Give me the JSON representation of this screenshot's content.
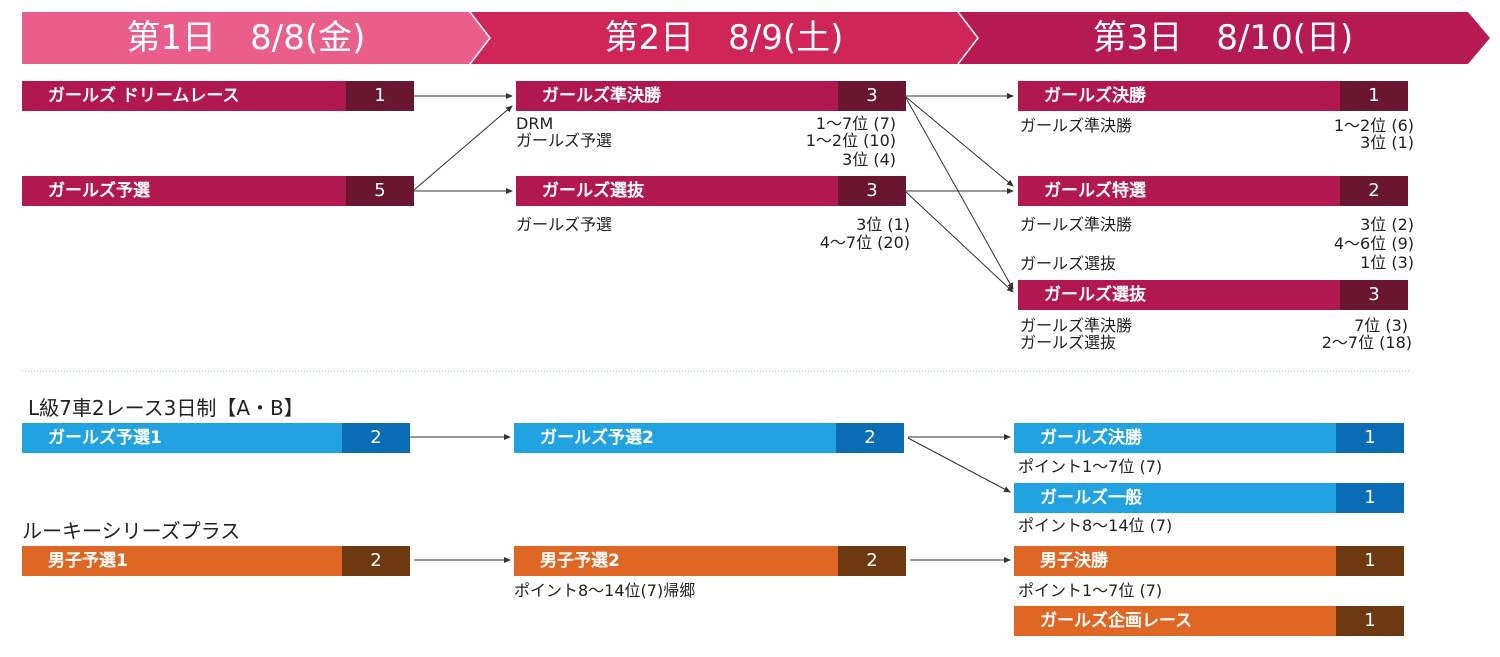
{
  "days": [
    {
      "label": "第1日　8/8(金)"
    },
    {
      "label": "第2日　8/9(土)"
    },
    {
      "label": "第3日　8/10(日)"
    }
  ],
  "girls": {
    "day1": [
      {
        "name": "ガールズ ドリームレース",
        "count": "1"
      },
      {
        "name": "ガールズ予選",
        "count": "5"
      }
    ],
    "day2": [
      {
        "name": "ガールズ準決勝",
        "count": "3",
        "src": [
          "DRM",
          "ガールズ予選"
        ],
        "rank": [
          "1〜7位 (7)",
          "1〜2位 (10)",
          "3位 (4)"
        ]
      },
      {
        "name": "ガールズ選抜",
        "count": "3",
        "src": [
          "ガールズ予選"
        ],
        "rank": [
          "3位 (1)",
          "4〜7位 (20)"
        ]
      }
    ],
    "day3": [
      {
        "name": "ガールズ決勝",
        "count": "1",
        "src": [
          "ガールズ準決勝"
        ],
        "rank": [
          "1〜2位 (6)",
          "3位 (1)"
        ]
      },
      {
        "name": "ガールズ特選",
        "count": "2",
        "src": [
          "ガールズ準決勝",
          "ガールズ選抜"
        ],
        "rank": [
          "3位 (2)",
          "4〜6位 (9)",
          "1位 (3)"
        ]
      },
      {
        "name": "ガールズ選抜",
        "count": "3",
        "src": [
          "ガールズ準決勝",
          "ガールズ選抜"
        ],
        "rank": [
          "7位 (3)",
          "2〜7位 (18)"
        ]
      }
    ]
  },
  "section_l": {
    "title": "L級7車2レース3日制【A・B】",
    "day1": {
      "name": "ガールズ予選1",
      "count": "2"
    },
    "day2": {
      "name": "ガールズ予選2",
      "count": "2"
    },
    "day3": [
      {
        "name": "ガールズ決勝",
        "count": "1",
        "note": "ポイント1〜7位 (7)"
      },
      {
        "name": "ガールズ一般",
        "count": "1",
        "note": "ポイント8〜14位 (7)"
      }
    ]
  },
  "section_rookie": {
    "title": "ルーキーシリーズプラス",
    "day1": {
      "name": "男子予選1",
      "count": "2"
    },
    "day2": {
      "name": "男子予選2",
      "count": "2",
      "note": "ポイント8〜14位(7)帰郷"
    },
    "day3": [
      {
        "name": "男子決勝",
        "count": "1",
        "note": "ポイント1〜7位 (7)"
      },
      {
        "name": "ガールズ企画レース",
        "count": "1"
      }
    ]
  },
  "colors": {
    "day1": "#e95e8b",
    "day2": "#cf2558",
    "day3": "#b61a52",
    "girls_bar": "#b0184f",
    "girls_count": "#6b1630",
    "blue_bar": "#20a3e0",
    "blue_count": "#0b6cb6",
    "orange_bar": "#e06623",
    "orange_count": "#6e3911"
  }
}
